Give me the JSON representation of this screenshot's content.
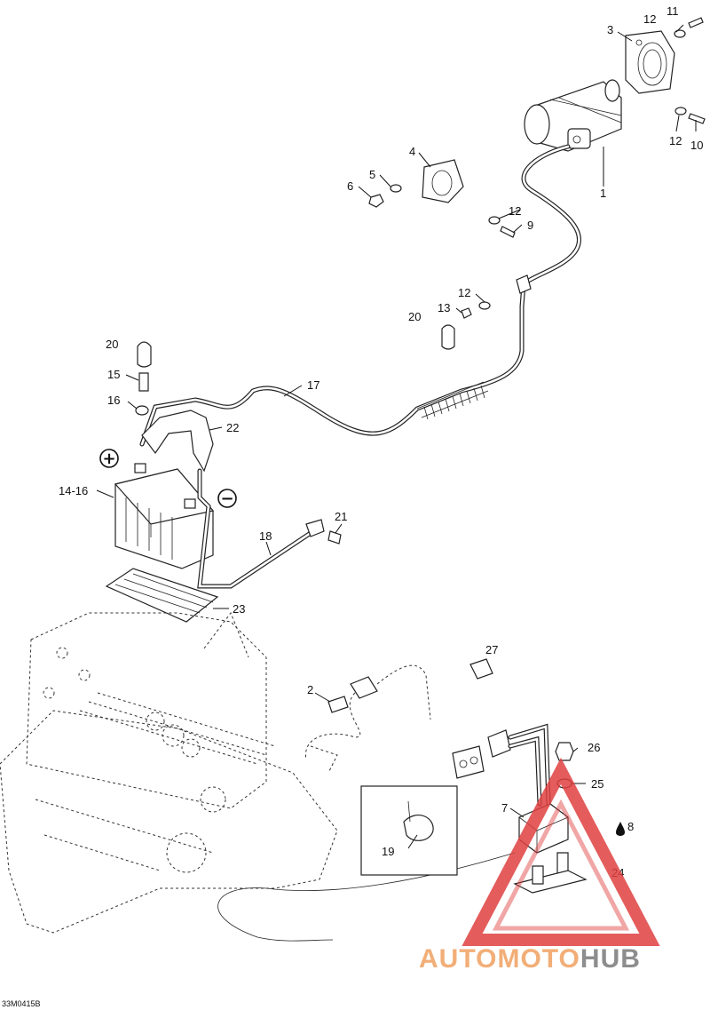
{
  "diagram": {
    "drawing_code": "33M0415B",
    "callouts": {
      "c1": "1",
      "c2": "2",
      "c3": "3",
      "c4": "4",
      "c5": "5",
      "c6": "6",
      "c7": "7",
      "c8": "8",
      "c9": "9",
      "c10": "10",
      "c11": "11",
      "c12a": "12",
      "c12b": "12",
      "c12c": "12",
      "c12d": "12",
      "c13": "13",
      "c14_16": "14-16",
      "c15": "15",
      "c16": "16",
      "c17": "17",
      "c18": "18",
      "c19": "19",
      "c20a": "20",
      "c20b": "20",
      "c21": "21",
      "c22": "22",
      "c23": "23",
      "c24": "24",
      "c25": "25",
      "c26": "26",
      "c27": "27"
    },
    "polarity": {
      "positive": "+",
      "negative": "−"
    },
    "watermark": {
      "part1": "AUTOMOTO",
      "part2": "HUB",
      "color1": "#f0a060",
      "color2": "#7a7a7a",
      "triangle_color": "#e04040"
    }
  }
}
